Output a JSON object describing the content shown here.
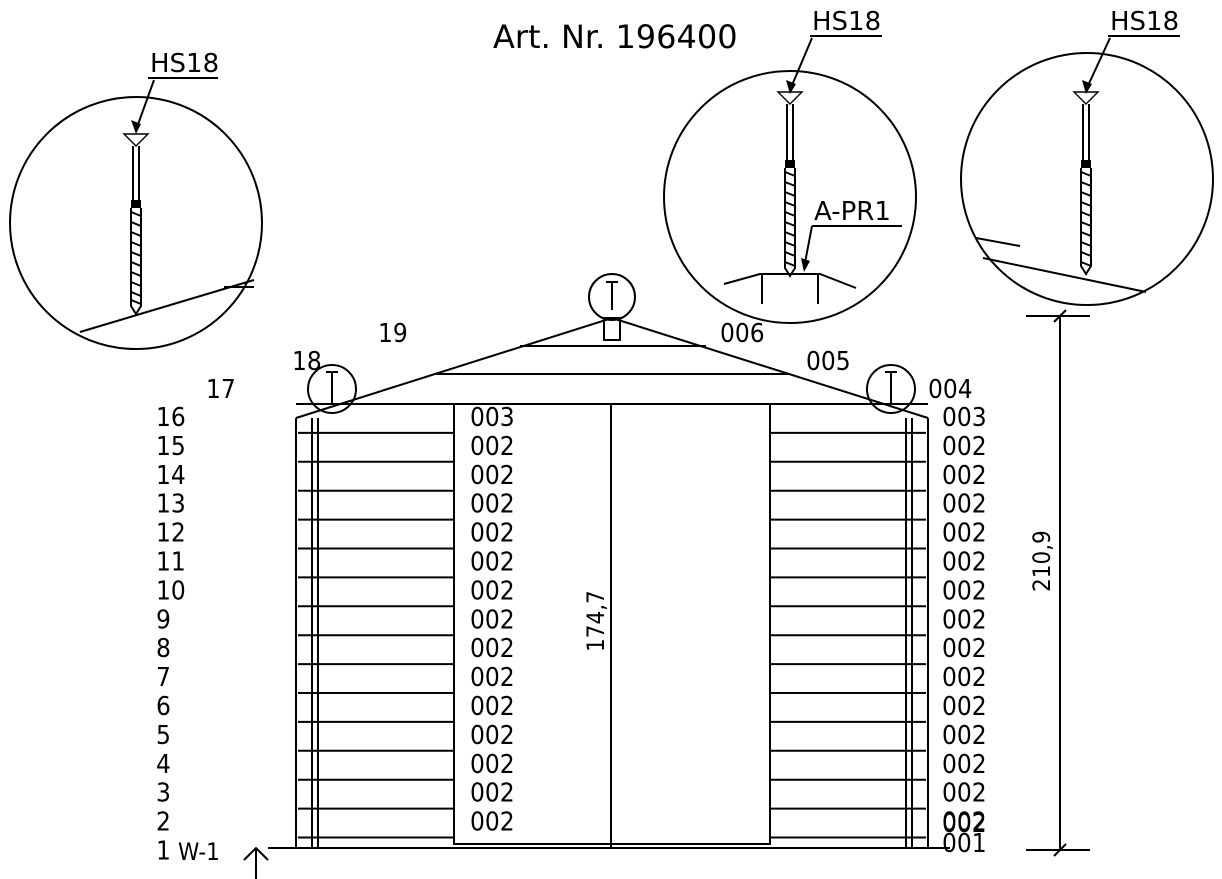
{
  "title": "Art. Nr. 196400",
  "callouts": {
    "screw": "HS18",
    "profile": "A-PR1"
  },
  "roof_labels": {
    "gable_left_inner": "19",
    "gable_left_outer": "18",
    "side_left": "17",
    "gable_right_inner": "006",
    "gable_right_outer": "005",
    "side_right": "004"
  },
  "row_numbers": [
    "16",
    "15",
    "14",
    "13",
    "12",
    "11",
    "10",
    "9",
    "8",
    "7",
    "6",
    "5",
    "4",
    "3",
    "2",
    "1"
  ],
  "left_parts": [
    "003",
    "002",
    "002",
    "002",
    "002",
    "002",
    "002",
    "002",
    "002",
    "002",
    "002",
    "002",
    "002",
    "002",
    "002"
  ],
  "right_parts": [
    "003",
    "002",
    "002",
    "002",
    "002",
    "002",
    "002",
    "002",
    "002",
    "002",
    "002",
    "002",
    "002",
    "002",
    "002",
    "002",
    "001"
  ],
  "dimensions": {
    "door_height": "174,7",
    "total_height": "210,9"
  },
  "wall_marker": "W-1"
}
